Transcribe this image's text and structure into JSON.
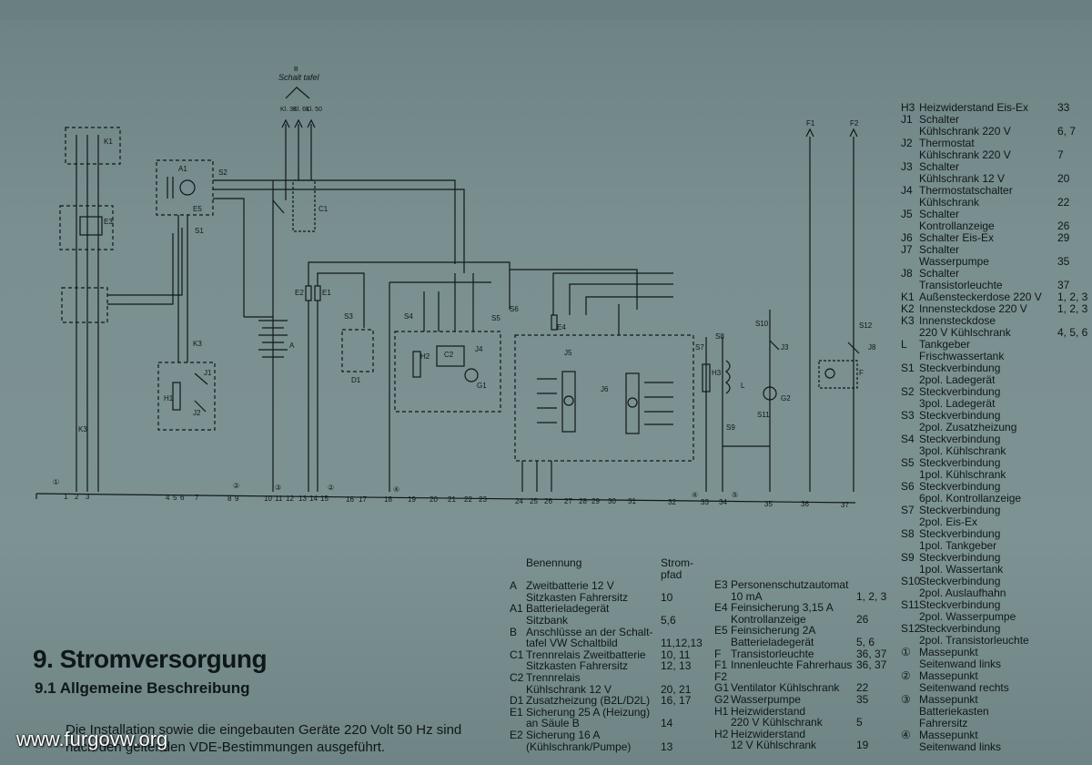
{
  "diagram": {
    "schalttafel_label": "Schalt tafel",
    "schalttafel_letter": "B",
    "terminals": [
      "Kl. 30",
      "Kl. 61",
      "Kl. 50"
    ],
    "path_numbers": [
      "1",
      "2",
      "3",
      "4",
      "5",
      "6",
      "7",
      "8",
      "9",
      "10",
      "11",
      "12",
      "13",
      "14",
      "15",
      "16",
      "17",
      "18",
      "19",
      "20",
      "21",
      "22",
      "23",
      "24",
      "25",
      "26",
      "27",
      "28",
      "29",
      "30",
      "31",
      "32",
      "33",
      "34",
      "35",
      "36",
      "37"
    ],
    "component_labels": [
      "K1",
      "A1",
      "E3",
      "S2",
      "C1",
      "S1",
      "K3",
      "J1",
      "H1",
      "J2",
      "A",
      "E2",
      "E1",
      "S3",
      "D1",
      "S4",
      "S5",
      "S6",
      "E4",
      "H2",
      "C2",
      "J4",
      "G1",
      "J5",
      "J6",
      "S7",
      "S8",
      "J3",
      "S10",
      "S9",
      "S11",
      "G2",
      "S12",
      "J8",
      "F1",
      "F2",
      "F",
      "L"
    ],
    "ground_marks": [
      "①",
      "②",
      "③",
      "②",
      "④",
      "④",
      "⑤"
    ]
  },
  "legend_right": [
    {
      "code": "H3",
      "desc": "Heizwiderstand Eis-Ex",
      "pfad": "33"
    },
    {
      "code": "J1",
      "desc": "Schalter",
      "pfad": ""
    },
    {
      "code": "",
      "desc": "Kühlschrank 220 V",
      "pfad": "6, 7"
    },
    {
      "code": "J2",
      "desc": "Thermostat",
      "pfad": ""
    },
    {
      "code": "",
      "desc": "Kühlschrank 220 V",
      "pfad": "7"
    },
    {
      "code": "J3",
      "desc": "Schalter",
      "pfad": ""
    },
    {
      "code": "",
      "desc": "Kühlschrank  12 V",
      "pfad": "20"
    },
    {
      "code": "J4",
      "desc": "Thermostatschalter",
      "pfad": ""
    },
    {
      "code": "",
      "desc": "Kühlschrank",
      "pfad": "22"
    },
    {
      "code": "J5",
      "desc": "Schalter",
      "pfad": ""
    },
    {
      "code": "",
      "desc": "Kontrollanzeige",
      "pfad": "26"
    },
    {
      "code": "J6",
      "desc": "Schalter Eis-Ex",
      "pfad": "29"
    },
    {
      "code": "J7",
      "desc": "Schalter",
      "pfad": ""
    },
    {
      "code": "",
      "desc": "Wasserpumpe",
      "pfad": "35"
    },
    {
      "code": "J8",
      "desc": "Schalter",
      "pfad": ""
    },
    {
      "code": "",
      "desc": "Transistorleuchte",
      "pfad": "37"
    },
    {
      "code": "K1",
      "desc": "Außensteckerdose 220 V",
      "pfad": "1, 2, 3"
    },
    {
      "code": "K2",
      "desc": "Innensteckdose 220 V",
      "pfad": "1, 2, 3"
    },
    {
      "code": "K3",
      "desc": "Innensteckdose",
      "pfad": ""
    },
    {
      "code": "",
      "desc": "220 V Kühlschrank",
      "pfad": "4, 5, 6"
    },
    {
      "code": "L",
      "desc": "Tankgeber",
      "pfad": ""
    },
    {
      "code": "",
      "desc": "Frischwassertank",
      "pfad": ""
    },
    {
      "code": "S1",
      "desc": "Steckverbindung",
      "pfad": ""
    },
    {
      "code": "",
      "desc": "2pol. Ladegerät",
      "pfad": ""
    },
    {
      "code": "S2",
      "desc": "Steckverbindung",
      "pfad": ""
    },
    {
      "code": "",
      "desc": "3pol. Ladegerät",
      "pfad": ""
    },
    {
      "code": "S3",
      "desc": "Steckverbindung",
      "pfad": ""
    },
    {
      "code": "",
      "desc": "2pol. Zusatzheizung",
      "pfad": ""
    },
    {
      "code": "S4",
      "desc": "Steckverbindung",
      "pfad": ""
    },
    {
      "code": "",
      "desc": "3pol. Kühlschrank",
      "pfad": ""
    },
    {
      "code": "S5",
      "desc": "Steckverbindung",
      "pfad": ""
    },
    {
      "code": "",
      "desc": "1pol. Kühlschrank",
      "pfad": ""
    },
    {
      "code": "S6",
      "desc": "Steckverbindung",
      "pfad": ""
    },
    {
      "code": "",
      "desc": "6pol. Kontrollanzeige",
      "pfad": ""
    },
    {
      "code": "S7",
      "desc": "Steckverbindung",
      "pfad": ""
    },
    {
      "code": "",
      "desc": "2pol. Eis-Ex",
      "pfad": ""
    },
    {
      "code": "S8",
      "desc": "Steckverbindung",
      "pfad": ""
    },
    {
      "code": "",
      "desc": "1pol. Tankgeber",
      "pfad": ""
    },
    {
      "code": "S9",
      "desc": "Steckverbindung",
      "pfad": ""
    },
    {
      "code": "",
      "desc": "1pol. Wassertank",
      "pfad": ""
    },
    {
      "code": "S10",
      "desc": "Steckverbindung",
      "pfad": ""
    },
    {
      "code": "",
      "desc": "2pol. Auslaufhahn",
      "pfad": ""
    },
    {
      "code": "S11",
      "desc": "Steckverbindung",
      "pfad": ""
    },
    {
      "code": "",
      "desc": "2pol. Wasserpumpe",
      "pfad": ""
    },
    {
      "code": "S12",
      "desc": "Steckverbindung",
      "pfad": ""
    },
    {
      "code": "",
      "desc": "2pol. Transistorleuchte",
      "pfad": ""
    },
    {
      "code": "①",
      "desc": "Massepunkt",
      "pfad": ""
    },
    {
      "code": "",
      "desc": "Seitenwand links",
      "pfad": ""
    },
    {
      "code": "②",
      "desc": "Massepunkt",
      "pfad": ""
    },
    {
      "code": "",
      "desc": "Seitenwand rechts",
      "pfad": ""
    },
    {
      "code": "③",
      "desc": "Massepunkt",
      "pfad": ""
    },
    {
      "code": "",
      "desc": "Batteriekasten",
      "pfad": ""
    },
    {
      "code": "",
      "desc": "Fahrersitz",
      "pfad": ""
    },
    {
      "code": "④",
      "desc": "Massepunkt",
      "pfad": ""
    },
    {
      "code": "",
      "desc": "Seitenwand links",
      "pfad": ""
    }
  ],
  "legend_bottom_header": {
    "benennung": "Benennung",
    "strom": "Strom-",
    "pfad": "pfad"
  },
  "legend_bottom_a": [
    {
      "code": "A",
      "desc": "Zweitbatterie 12 V",
      "pfad": ""
    },
    {
      "code": "",
      "desc": "Sitzkasten Fahrersitz",
      "pfad": "10"
    },
    {
      "code": "A1",
      "desc": "Batterieladegerät",
      "pfad": ""
    },
    {
      "code": "",
      "desc": "Sitzbank",
      "pfad": "5,6"
    },
    {
      "code": "B",
      "desc": "Anschlüsse an der Schalt-",
      "pfad": ""
    },
    {
      "code": "",
      "desc": "tafel  VW Schaltbild",
      "pfad": "11,12,13"
    },
    {
      "code": "C1",
      "desc": "Trennrelais Zweitbatterie",
      "pfad": "10, 11"
    },
    {
      "code": "",
      "desc": "Sitzkasten Fahrersitz",
      "pfad": "12, 13"
    },
    {
      "code": "C2",
      "desc": "Trennrelais",
      "pfad": ""
    },
    {
      "code": "",
      "desc": "Kühlschrank 12 V",
      "pfad": "20, 21"
    },
    {
      "code": "D1",
      "desc": "Zusatzheizung (B2L/D2L)",
      "pfad": "16, 17"
    },
    {
      "code": "E1",
      "desc": "Sicherung 25 A (Heizung)",
      "pfad": ""
    },
    {
      "code": "",
      "desc": "an Säule B",
      "pfad": "14"
    },
    {
      "code": "E2",
      "desc": "Sicherung 16 A",
      "pfad": ""
    },
    {
      "code": "",
      "desc": "(Kühlschrank/Pumpe)",
      "pfad": "13"
    }
  ],
  "legend_bottom_b": [
    {
      "code": "E3",
      "desc": "Personenschutzautomat",
      "pfad": ""
    },
    {
      "code": "",
      "desc": "10 mA",
      "pfad": "1, 2, 3"
    },
    {
      "code": "E4",
      "desc": "Feinsicherung 3,15 A",
      "pfad": ""
    },
    {
      "code": "",
      "desc": "Kontrollanzeige",
      "pfad": "26"
    },
    {
      "code": "E5",
      "desc": "Feinsicherung 2A",
      "pfad": ""
    },
    {
      "code": "",
      "desc": "Batterieladegerät",
      "pfad": "5, 6"
    },
    {
      "code": "F",
      "desc": "Transistorleuchte",
      "pfad": "36, 37"
    },
    {
      "code": "F1 F2",
      "desc": "Innenleuchte Fahrerhaus",
      "pfad": "36, 37"
    },
    {
      "code": "G1",
      "desc": "Ventilator Kühlschrank",
      "pfad": "22"
    },
    {
      "code": "G2",
      "desc": "Wasserpumpe",
      "pfad": "35"
    },
    {
      "code": "H1",
      "desc": "Heizwiderstand",
      "pfad": ""
    },
    {
      "code": "",
      "desc": "220 V Kühlschrank",
      "pfad": "5"
    },
    {
      "code": "H2",
      "desc": "Heizwiderstand",
      "pfad": ""
    },
    {
      "code": "",
      "desc": "12 V Kühlschrank",
      "pfad": "19"
    }
  ],
  "section_title": "9. Stromversorgung",
  "section_subtitle": "9.1  Allgemeine Beschreibung",
  "body_line1": "Die Installation sowie die eingebauten Geräte 220 Volt 50 Hz sind",
  "body_line2": "nach den geltenden VDE-Bestimmungen ausgeführt.",
  "watermark": "www.furgovw.org"
}
